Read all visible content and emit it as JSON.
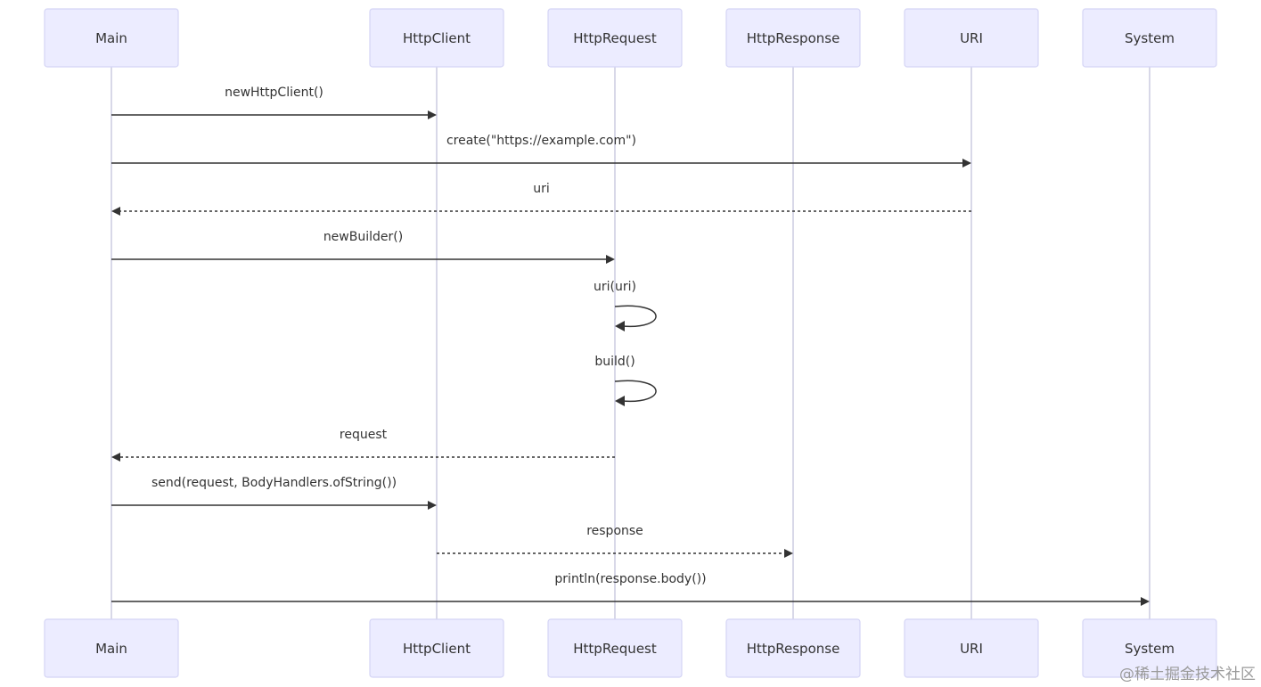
{
  "diagram": {
    "type": "sequence",
    "participants": [
      "Main",
      "HttpClient",
      "HttpRequest",
      "HttpResponse",
      "URI",
      "System"
    ],
    "messages": [
      {
        "from": "Main",
        "to": "HttpClient",
        "label": "newHttpClient()",
        "style": "solid"
      },
      {
        "from": "Main",
        "to": "URI",
        "label": "create(\"https://example.com\")",
        "style": "solid"
      },
      {
        "from": "URI",
        "to": "Main",
        "label": "uri",
        "style": "dashed"
      },
      {
        "from": "Main",
        "to": "HttpRequest",
        "label": "newBuilder()",
        "style": "solid"
      },
      {
        "from": "HttpRequest",
        "to": "HttpRequest",
        "label": "uri(uri)",
        "style": "solid"
      },
      {
        "from": "HttpRequest",
        "to": "HttpRequest",
        "label": "build()",
        "style": "solid"
      },
      {
        "from": "HttpRequest",
        "to": "Main",
        "label": "request",
        "style": "dashed"
      },
      {
        "from": "Main",
        "to": "HttpClient",
        "label": "send(request, BodyHandlers.ofString())",
        "style": "solid"
      },
      {
        "from": "HttpClient",
        "to": "HttpResponse",
        "label": "response",
        "style": "dashed"
      },
      {
        "from": "Main",
        "to": "System",
        "label": "println(response.body())",
        "style": "solid"
      }
    ]
  },
  "watermark": "@稀土掘金技术社区",
  "colors": {
    "actor_fill": "#ECECFF",
    "actor_border": "#D4D4F5",
    "lifeline": "#CFCFE2",
    "line": "#333333"
  }
}
